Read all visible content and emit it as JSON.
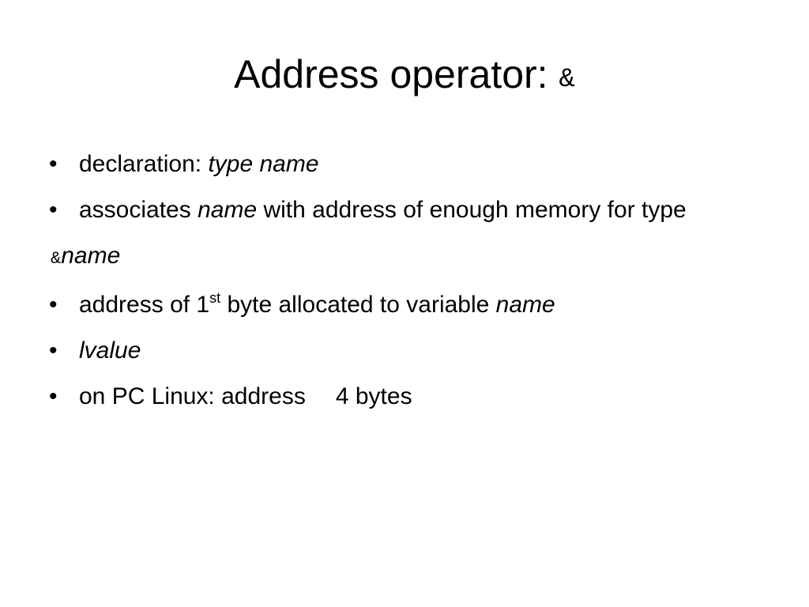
{
  "slide": {
    "title_text": "Address operator: ",
    "title_symbol": "&",
    "bullet_char": "•",
    "line1": {
      "prefix": "declaration: ",
      "italic": "type name"
    },
    "line2": {
      "prefix": "associates ",
      "italic": "name",
      "suffix": " with address of enough memory for type"
    },
    "line3": {
      "symbol": "&",
      "italic": "name"
    },
    "line4": {
      "prefix": "address of 1",
      "superscript": "st",
      "middle": " byte allocated to variable ",
      "italic": "name"
    },
    "line5": {
      "italic": "lvalue"
    },
    "line6": {
      "prefix": "on PC Linux: address",
      "suffix": "4 bytes"
    }
  }
}
